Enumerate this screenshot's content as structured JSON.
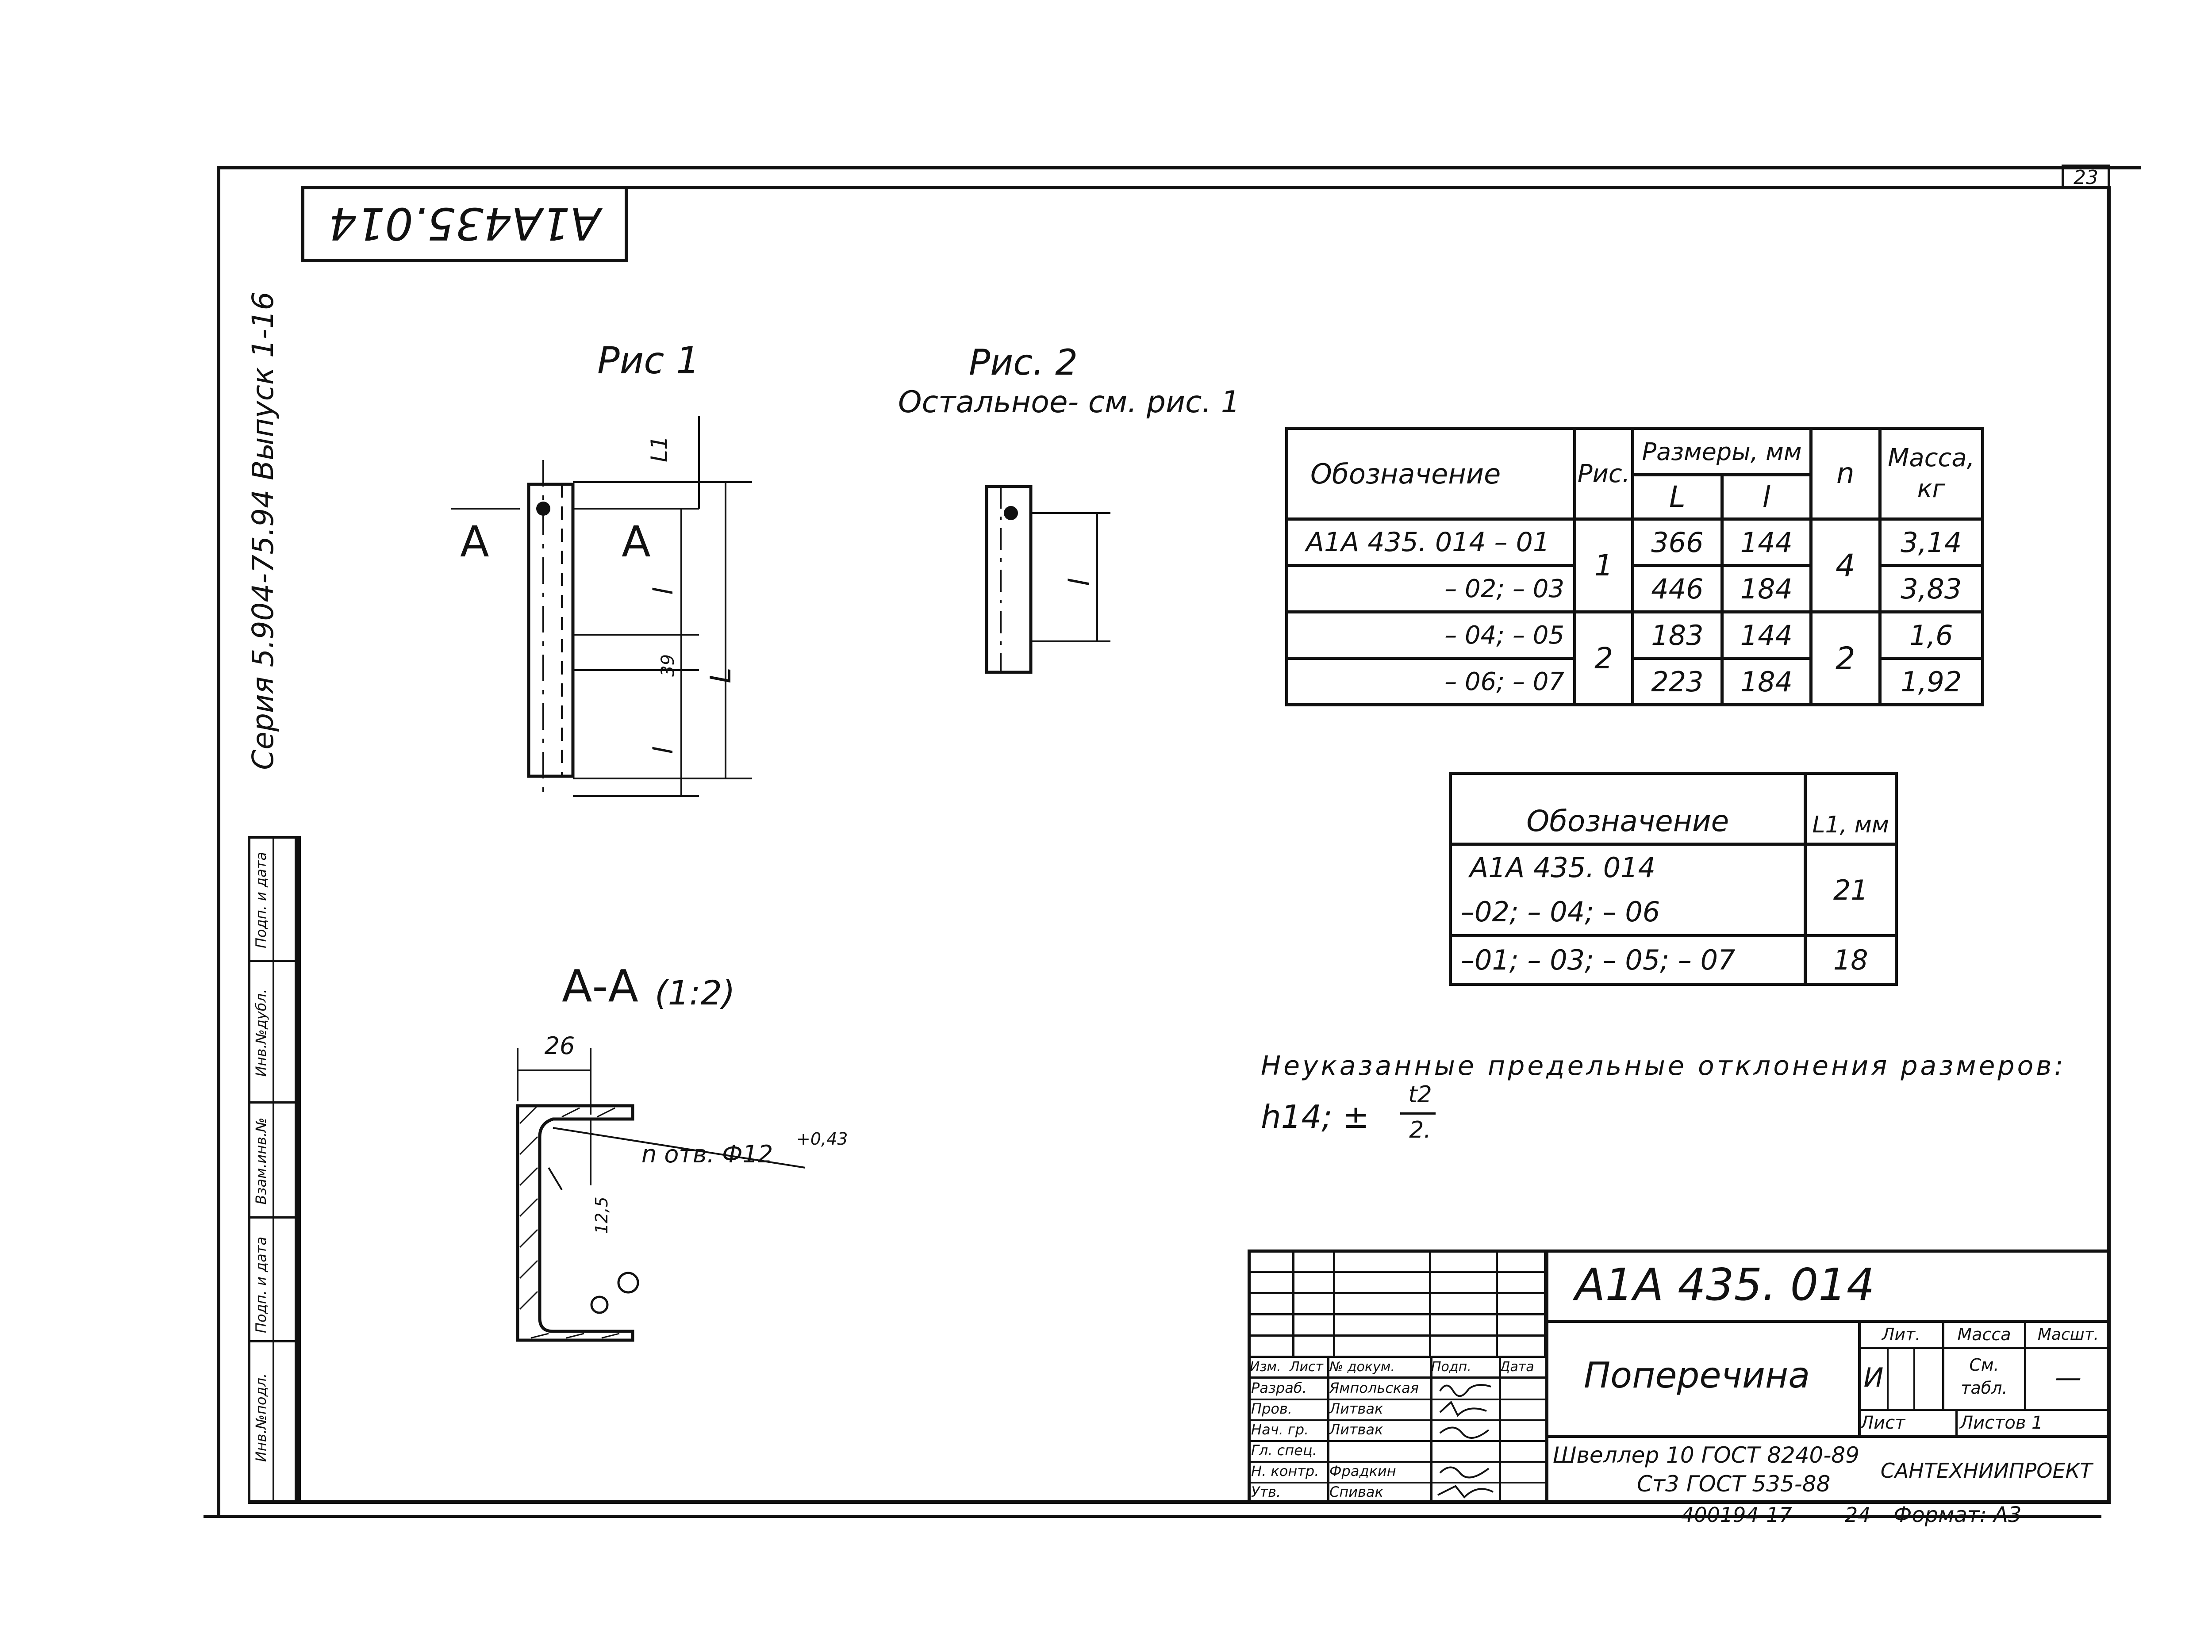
{
  "sheet_corner_number": "23",
  "rotated_designation": "A1A435.014",
  "series_text": "Серия 5.904-75.94 Выпуск 1-16",
  "side_stamp_labels": [
    "Инв.№подл.",
    "Подп. и дата",
    "Взам.инв.№",
    "Инв.№дубл.",
    "Подп. и дата"
  ],
  "fig1": {
    "title": "Рис 1",
    "section_left": "А",
    "section_right": "А",
    "dim_l1": "L1",
    "dim_l_upper": "l",
    "dim_39": "39",
    "dim_L": "L",
    "dim_l_lower": "l"
  },
  "fig2": {
    "title": "Рис. 2",
    "note": "Остальное- см. рис. 1",
    "dim_l": "l"
  },
  "section_aa": {
    "title": "А-А",
    "scale": "(1:2)",
    "dim_26": "26",
    "hole_note": "n отв. Ф12",
    "tolerance": "+0,43",
    "dim_12_5": "12,5"
  },
  "main_table": {
    "headers": {
      "designation": "Обозначение",
      "fig": "Рис.",
      "sizes": "Размеры, мм",
      "L": "L",
      "l": "l",
      "n": "n",
      "mass": "Масса, кг"
    },
    "rows": [
      {
        "designation": "А1А 435. 014 – 01",
        "L": "366",
        "l": "144",
        "mass": "3,14"
      },
      {
        "designation": "– 02; – 03",
        "L": "446",
        "l": "184",
        "mass": "3,83"
      },
      {
        "designation": "– 04; – 05",
        "L": "183",
        "l": "144",
        "mass": "1,6"
      },
      {
        "designation": "– 06; – 07",
        "L": "223",
        "l": "184",
        "mass": "1,92"
      }
    ],
    "fig_groups": [
      "1",
      "2"
    ],
    "n_groups": [
      "4",
      "2"
    ]
  },
  "l1_table": {
    "header_designation": "Обозначение",
    "header_l1": "L1, мм",
    "row1_line1": "А1А 435. 014",
    "row1_line2": "–02; – 04; – 06",
    "row1_value": "21",
    "row2": "–01; – 03; – 05; – 07",
    "row2_value": "18"
  },
  "tolerance_note": {
    "line1": "Неуказанные предельные отклонения размеров:",
    "line2": "h14;  ±",
    "frac_num": "t2",
    "frac_den": "2."
  },
  "title_block": {
    "designation": "А1А 435. 014",
    "name": "Поперечина",
    "material_line1": "Швеллер 10 ГОСТ 8240-89",
    "material_line2": "Ст3 ГОСТ 535-88",
    "org": "САНТЕХНИИПРОЕКТ",
    "lit_header": "Лит.",
    "mass_header": "Масса",
    "scale_header": "Масшт.",
    "lit_value": "И",
    "mass_value": "См. табл.",
    "scale_value": "—",
    "sheet_label": "Лист",
    "sheets_label": "Листов 1",
    "column_headers": [
      "Изм.",
      "Лист",
      "№ докум.",
      "Подп.",
      "Дата"
    ],
    "roles": [
      {
        "role": "Разраб.",
        "name": "Ямпольская"
      },
      {
        "role": "Пров.",
        "name": "Литвак"
      },
      {
        "role": "Нач. гр.",
        "name": "Литвак"
      },
      {
        "role": "Гл. спец.",
        "name": ""
      },
      {
        "role": "Н. контр.",
        "name": "Фрадкин"
      },
      {
        "role": "Утв.",
        "name": "Спивак"
      }
    ],
    "bottom_code": "400194-17",
    "bottom_num": "24",
    "format": "Формат: А3"
  }
}
